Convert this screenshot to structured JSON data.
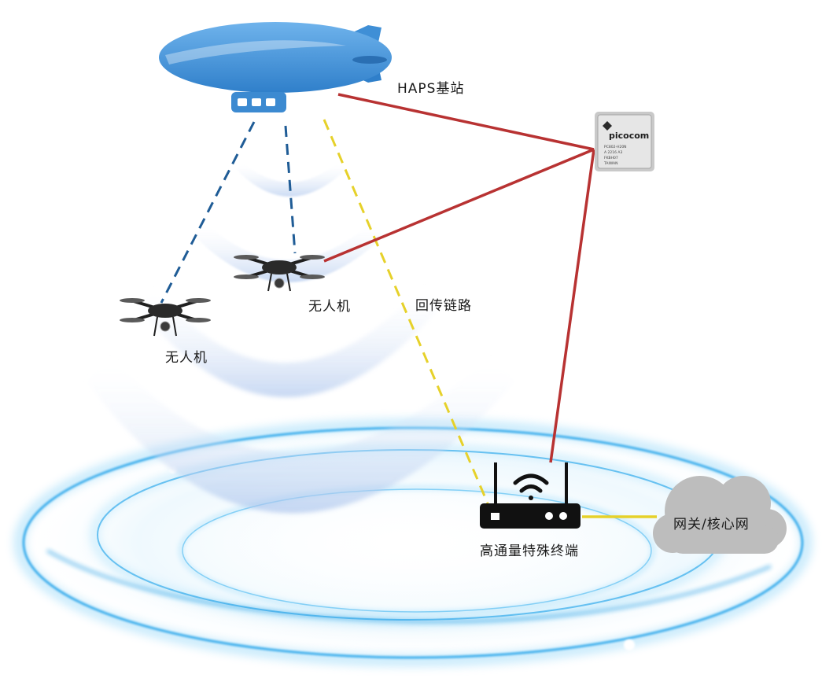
{
  "labels": {
    "haps": "HAPS基站",
    "drone_right": "无人机",
    "drone_left": "无人机",
    "backhaul": "回传链路",
    "terminal": "高通量特殊终端",
    "gateway": "网关/核心网"
  },
  "chip": {
    "brand": "picocom",
    "lines": [
      "PC802-H20N",
      "A 2216 A3",
      "FKBH07",
      "TAIWAN"
    ]
  },
  "colors": {
    "airship": "#3f8fd6",
    "link_red": "#b83232",
    "link_blue_dashed": "#1f5c96",
    "link_yellow_dashed": "#e6d12a",
    "gateway_link": "#e6d12a",
    "cloud": "#bdbdbd",
    "ring_glow": "#49b6f0"
  },
  "icons": [
    "airship-icon",
    "drone-icon",
    "router-icon",
    "wifi-icon",
    "cloud-icon",
    "chip-icon"
  ]
}
